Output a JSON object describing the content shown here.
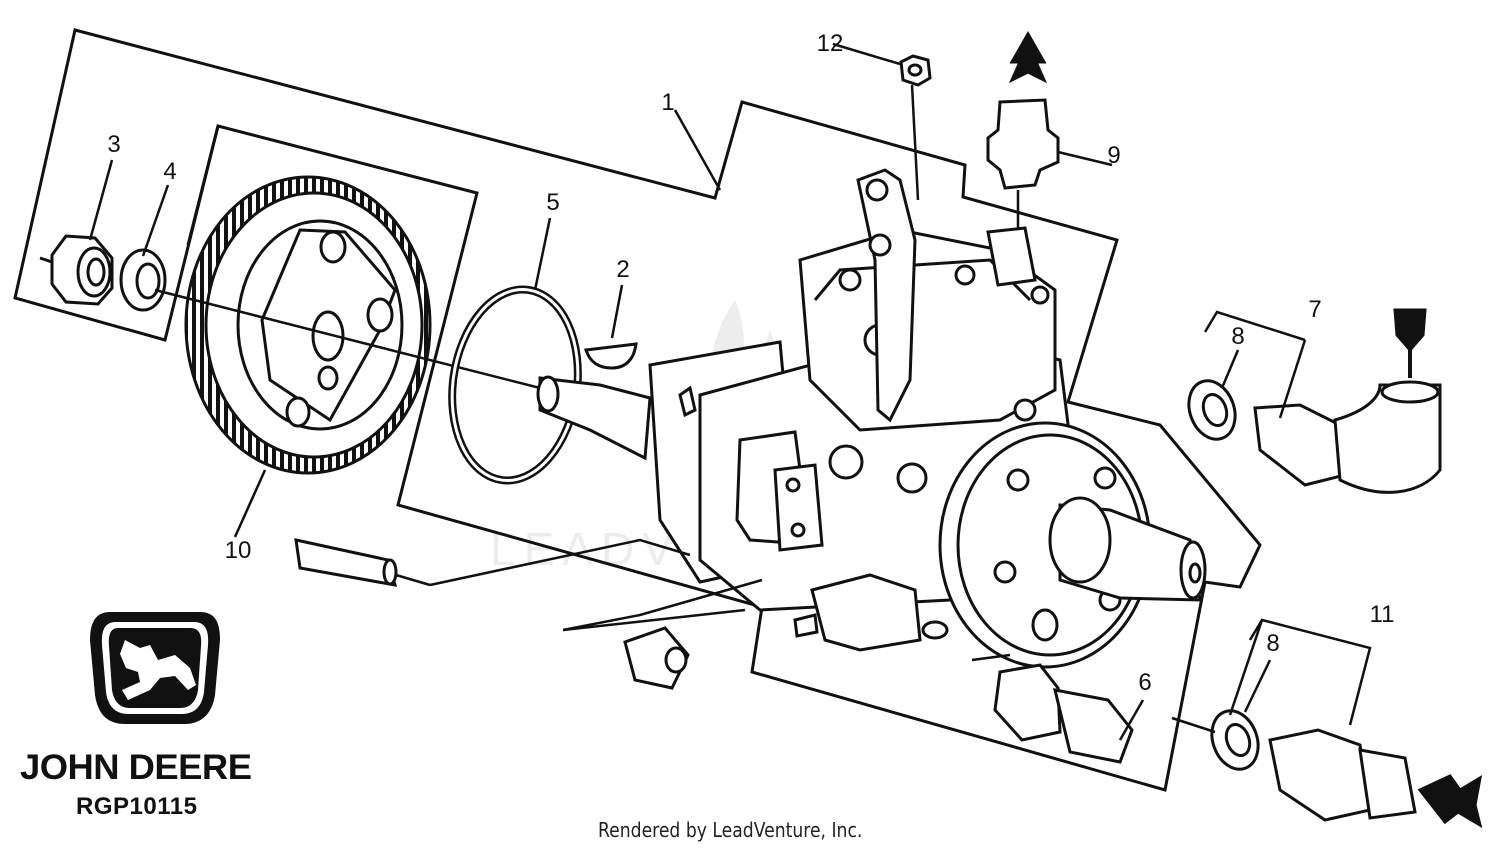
{
  "brand": {
    "name": "JOHN DEERE",
    "logo_icon": "john-deere-leaping-deer-logo",
    "color": "#111111"
  },
  "diagram": {
    "code": "RGP10115",
    "credit": "Rendered by LeadVenture, Inc.",
    "watermark": "LEADVENTURE"
  },
  "callouts": {
    "c1": "1",
    "c2": "2",
    "c3": "3",
    "c4": "4",
    "c5": "5",
    "c6": "6",
    "c7": "7",
    "c8a": "8",
    "c8b": "8",
    "c9": "9",
    "c10": "10",
    "c11": "11",
    "c12": "12"
  }
}
